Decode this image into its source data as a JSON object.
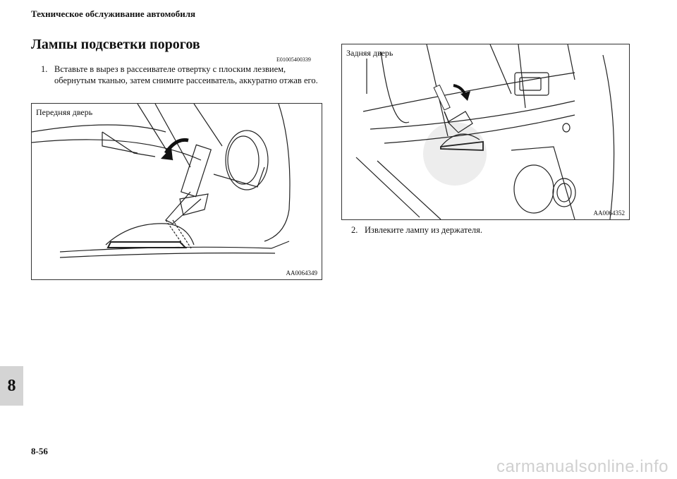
{
  "header": {
    "running_title": "Техническое обслуживание автомобиля"
  },
  "section": {
    "title": "Лампы подсветки порогов",
    "code": "E01005400339"
  },
  "steps": [
    {
      "number": "1.",
      "text": "Вставьте в вырез в рассеивателе отвертку с плоским лезвием, обернутым тканью, затем снимите рассеиватель, аккуратно отжав его."
    },
    {
      "number": "2.",
      "text": "Извлеките лампу из держателя."
    }
  ],
  "figures": {
    "front": {
      "caption": "Передняя дверь",
      "code": "AA0064349"
    },
    "rear": {
      "caption": "Задняя дверь",
      "code": "AA0064352"
    }
  },
  "chapter_tab": "8",
  "footer": {
    "page_number": "8-56",
    "watermark": "carmanualsonline.info"
  }
}
